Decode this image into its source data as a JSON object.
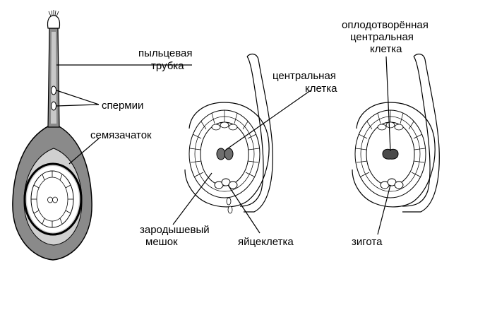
{
  "labels": {
    "pollen_tube_1": "пыльцевая",
    "pollen_tube_2": "трубка",
    "sperm": "спермии",
    "ovule": "семязачаток",
    "central_cell_1": "центральная",
    "central_cell_2": "клетка",
    "fertilized_1": "оплодотворённая",
    "fertilized_2": "центральная",
    "fertilized_3": "клетка",
    "embryo_sac_1": "зародышевый",
    "embryo_sac_2": "мешок",
    "egg_cell": "яйцеклетка",
    "zygote": "зигота"
  }
}
